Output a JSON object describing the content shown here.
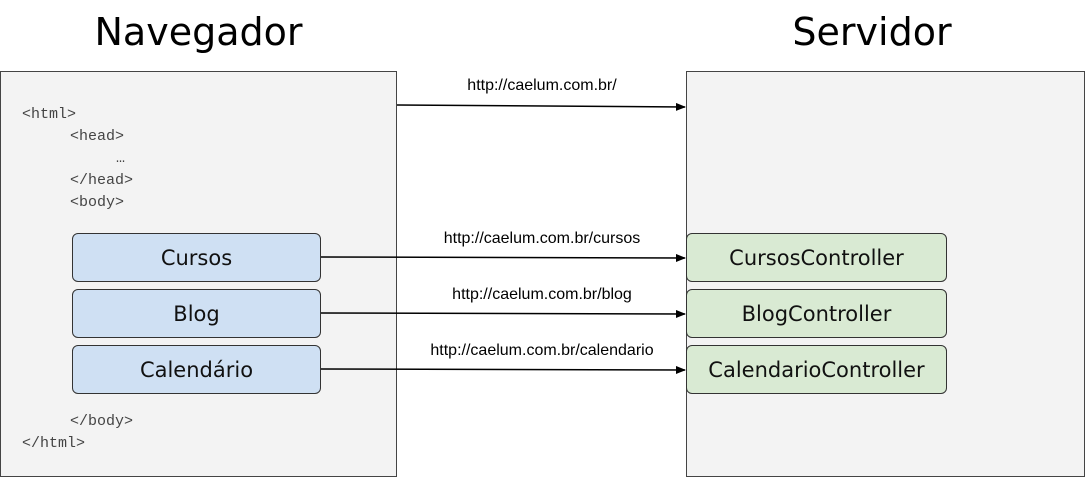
{
  "headings": {
    "browser": "Navegador",
    "server": "Servidor"
  },
  "code": {
    "html_open": "<html>",
    "head_open": "<head>",
    "ellipsis": "…",
    "head_close": "</head>",
    "body_open": "<body>",
    "body_close": "</body>",
    "html_close": "</html>"
  },
  "links": [
    {
      "label": "Cursos",
      "url": "http://caelum.com.br/cursos",
      "controller": "CursosController"
    },
    {
      "label": "Blog",
      "url": "http://caelum.com.br/blog",
      "controller": "BlogController"
    },
    {
      "label": "Calendário",
      "url": "http://caelum.com.br/calendario",
      "controller": "CalendarioController"
    }
  ],
  "root_url": "http://caelum.com.br/"
}
